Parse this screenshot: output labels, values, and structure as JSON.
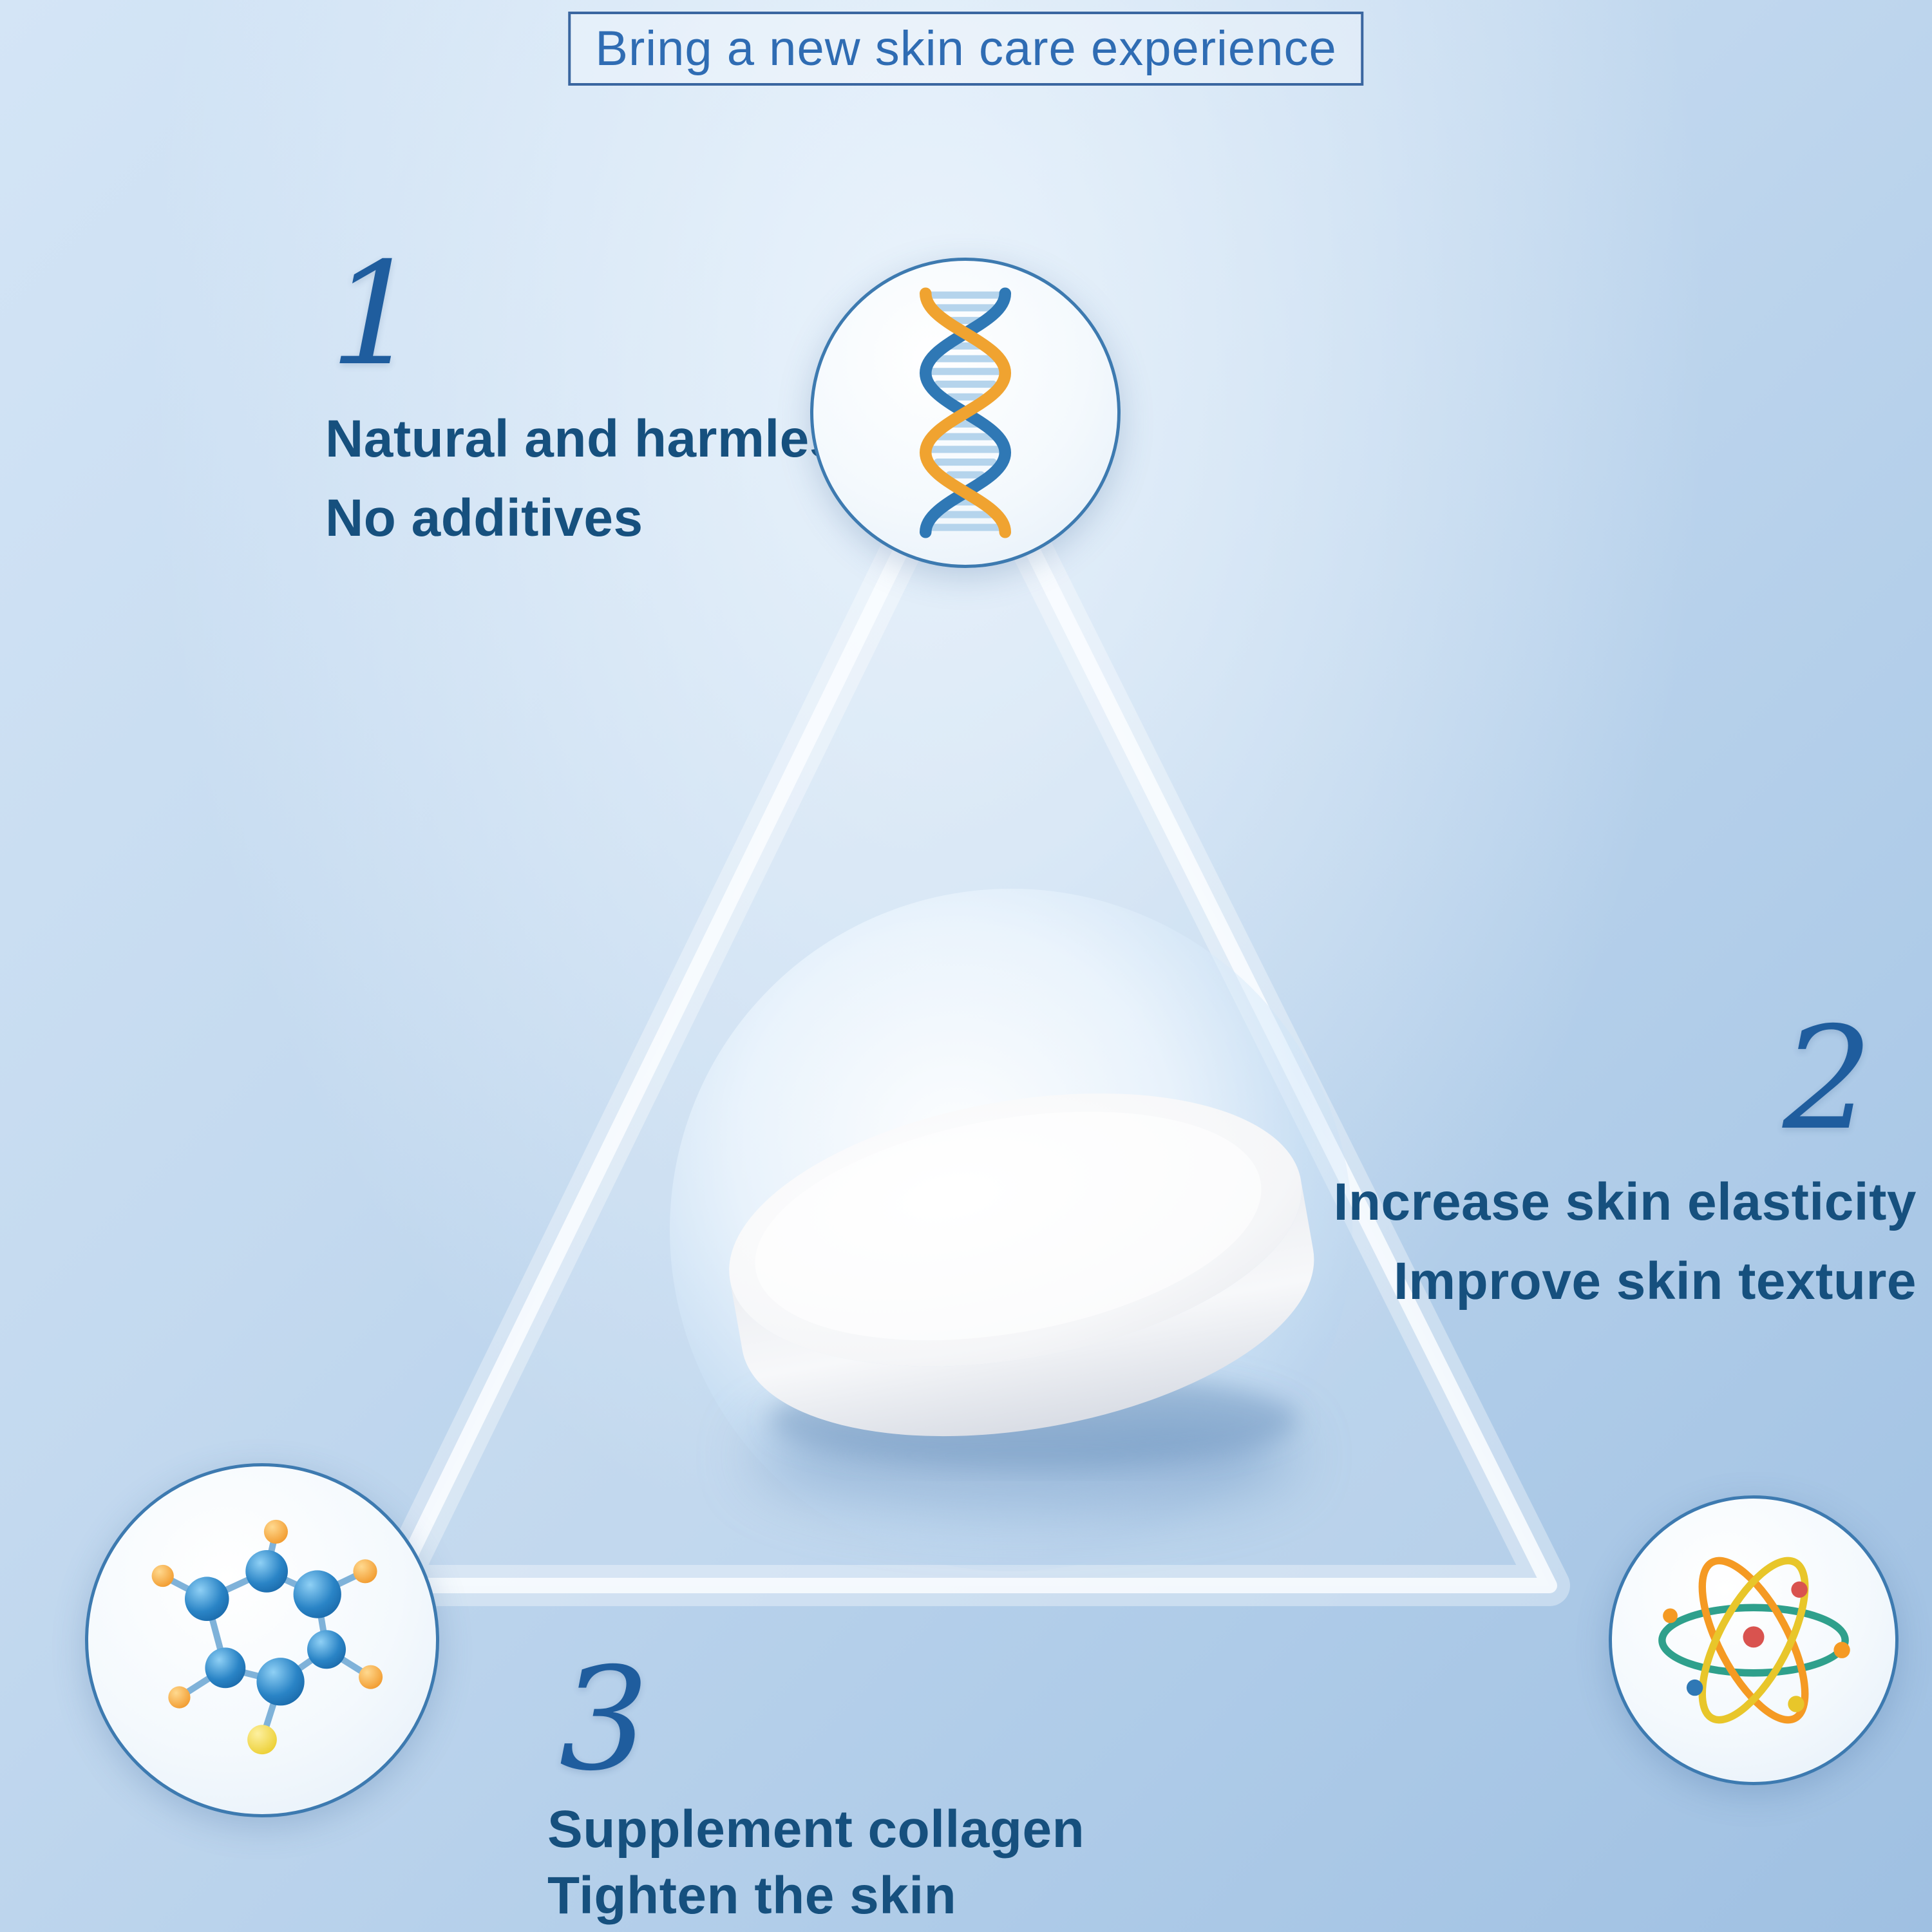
{
  "title": "Bring a new skin care experience",
  "features": [
    {
      "number": "1",
      "line1": "Natural and harmless",
      "line2": "No additives",
      "icon": "dna-icon"
    },
    {
      "number": "2",
      "line1": "Increase skin elasticity",
      "line2": "Improve skin texture",
      "icon": "atom-icon"
    },
    {
      "number": "3",
      "line1": "Supplement collagen",
      "line2": "Tighten the skin",
      "icon": "molecule-icon"
    }
  ],
  "product": {
    "name": "white collagen tablet"
  },
  "icons": {
    "top": "dna-icon",
    "bottom_left": "molecule-icon",
    "bottom_right": "atom-icon"
  },
  "colors": {
    "title_text": "#2f6cb3",
    "body_text": "#16507e",
    "numeral": "#1f5d9e",
    "accent_orange": "#f59a23",
    "accent_blue": "#2f78b5",
    "background_light": "#d4e5f6",
    "background_dark": "#9fc0e2"
  }
}
